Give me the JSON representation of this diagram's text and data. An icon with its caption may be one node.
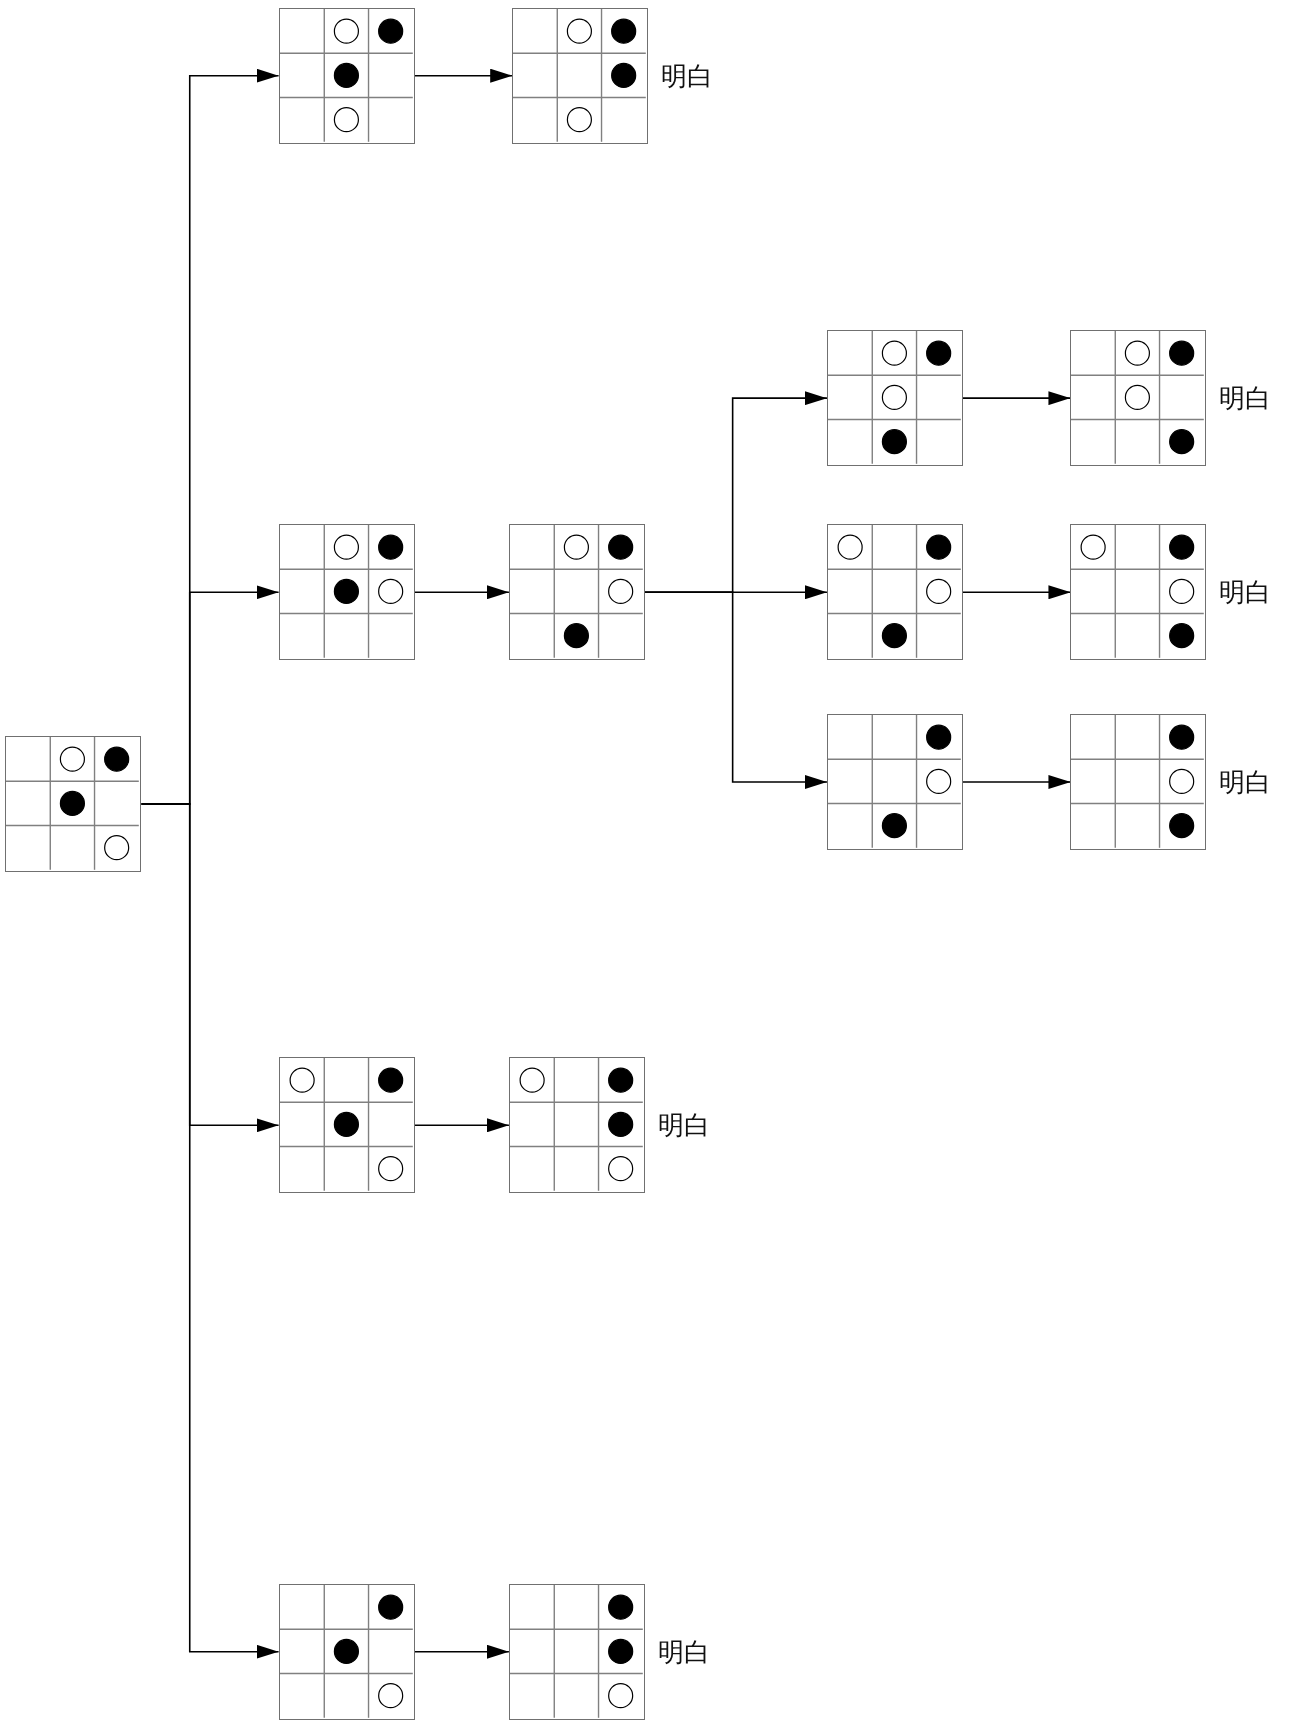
{
  "diagram": {
    "nodes": [
      {
        "text": [],
        "shape": "grid"
      },
      {
        "text": [],
        "shape": "grid"
      },
      {
        "text": [],
        "shape": "grid",
        "beside": [
          "明白"
        ]
      },
      {
        "text": [],
        "shape": "grid"
      },
      {
        "text": [],
        "shape": "grid"
      },
      {
        "text": [],
        "shape": "grid"
      },
      {
        "text": [],
        "shape": "grid",
        "beside": [
          "明白"
        ]
      },
      {
        "text": [],
        "shape": "grid"
      },
      {
        "text": [],
        "shape": "grid",
        "beside": [
          "明白"
        ]
      },
      {
        "text": [],
        "shape": "grid"
      },
      {
        "text": [],
        "shape": "grid",
        "beside": [
          "明白"
        ]
      },
      {
        "text": [],
        "shape": "grid"
      },
      {
        "text": [],
        "shape": "grid",
        "beside": [
          "明白"
        ]
      },
      {
        "text": [],
        "shape": "grid"
      },
      {
        "text": [],
        "shape": "grid",
        "beside": [
          "明白"
        ]
      }
    ],
    "edges": [
      {
        "from": 0,
        "to": 1,
        "arrow": "to"
      },
      {
        "from": 0,
        "to": 3,
        "arrow": "to"
      },
      {
        "from": 0,
        "to": 11,
        "arrow": "to"
      },
      {
        "from": 0,
        "to": 13,
        "arrow": "to"
      },
      {
        "from": 1,
        "to": 2,
        "arrow": "to"
      },
      {
        "from": 3,
        "to": 4,
        "arrow": "to"
      },
      {
        "from": 4,
        "to": 5,
        "arrow": "to"
      },
      {
        "from": 4,
        "to": 7,
        "arrow": "to"
      },
      {
        "from": 4,
        "to": 9,
        "arrow": "to"
      },
      {
        "from": 5,
        "to": 6,
        "arrow": "to"
      },
      {
        "from": 7,
        "to": 8,
        "arrow": "to"
      },
      {
        "from": 9,
        "to": 10,
        "arrow": "to"
      },
      {
        "from": 11,
        "to": 12,
        "arrow": "to"
      },
      {
        "from": 13,
        "to": 14,
        "arrow": "to"
      }
    ]
  }
}
